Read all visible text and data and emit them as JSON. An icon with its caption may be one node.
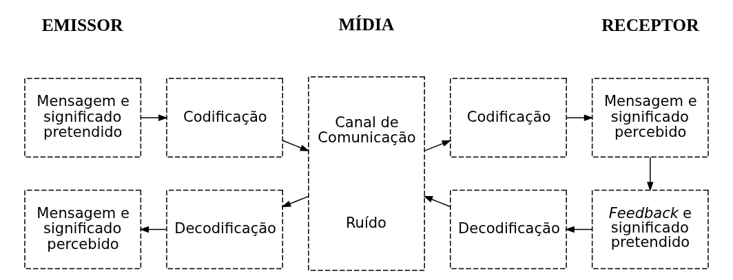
{
  "diagram": {
    "nodes": [
      {
        "text": [
          "Mensagem e significado pretendido"
        ]
      },
      {
        "text": [
          "Codificação"
        ]
      },
      {
        "text": [
          "Canal de Comunicação",
          "Ruído"
        ]
      },
      {
        "text": [
          "Codificação"
        ]
      },
      {
        "text": [
          "Mensagem e significado percebido"
        ]
      },
      {
        "text": [
          "Mensagem e significado percebido"
        ]
      },
      {
        "text": [
          "Decodificação"
        ]
      },
      {
        "text": [
          "Decodificação"
        ]
      },
      {
        "text": [
          "*Feedback* e significado pretendido"
        ]
      }
    ],
    "edges": [
      {
        "from": 0,
        "to": 1,
        "arrow": "to"
      },
      {
        "from": 1,
        "to": 2,
        "arrow": "to"
      },
      {
        "from": 2,
        "to": 3,
        "arrow": "to"
      },
      {
        "from": 3,
        "to": 4,
        "arrow": "to"
      },
      {
        "from": 4,
        "to": 8,
        "arrow": "to"
      },
      {
        "from": 8,
        "to": 7,
        "arrow": "to"
      },
      {
        "from": 7,
        "to": 2,
        "arrow": "to"
      },
      {
        "from": 2,
        "to": 6,
        "arrow": "to"
      },
      {
        "from": 6,
        "to": 5,
        "arrow": "to"
      }
    ],
    "labels": [
      "EMISSOR",
      "MÍDIA",
      "RECEPTOR"
    ]
  }
}
